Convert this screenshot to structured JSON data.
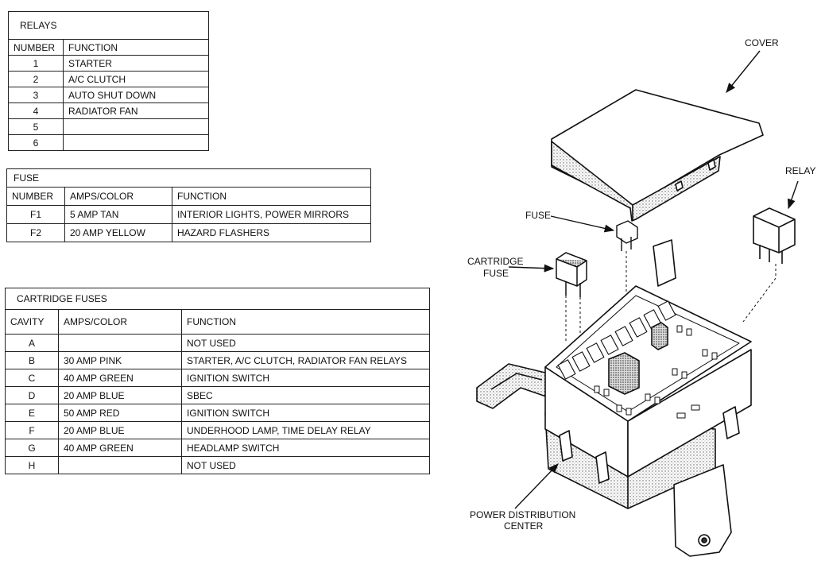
{
  "relays": {
    "title": "RELAYS",
    "headers": [
      "NUMBER",
      "FUNCTION"
    ],
    "rows": [
      [
        "1",
        "STARTER"
      ],
      [
        "2",
        "A/C CLUTCH"
      ],
      [
        "3",
        "AUTO SHUT DOWN"
      ],
      [
        "4",
        "RADIATOR FAN"
      ],
      [
        "5",
        ""
      ],
      [
        "6",
        ""
      ]
    ]
  },
  "fuse": {
    "title": "FUSE",
    "headers": [
      "NUMBER",
      "AMPS/COLOR",
      "FUNCTION"
    ],
    "rows": [
      [
        "F1",
        "5 AMP TAN",
        "INTERIOR LIGHTS, POWER MIRRORS"
      ],
      [
        "F2",
        "20 AMP YELLOW",
        "HAZARD FLASHERS"
      ]
    ]
  },
  "cartridge_fuses": {
    "title": "CARTRIDGE FUSES",
    "headers": [
      "CAVITY",
      "AMPS/COLOR",
      "FUNCTION"
    ],
    "rows": [
      [
        "A",
        "",
        "NOT USED"
      ],
      [
        "B",
        "30 AMP PINK",
        "STARTER, A/C CLUTCH, RADIATOR FAN RELAYS"
      ],
      [
        "C",
        "40 AMP GREEN",
        "IGNITION SWITCH"
      ],
      [
        "D",
        "20 AMP BLUE",
        "SBEC"
      ],
      [
        "E",
        "50 AMP RED",
        "IGNITION SWITCH"
      ],
      [
        "F",
        "20 AMP BLUE",
        "UNDERHOOD LAMP, TIME DELAY RELAY"
      ],
      [
        "G",
        "40 AMP GREEN",
        "HEADLAMP SWITCH"
      ],
      [
        "H",
        "",
        "NOT USED"
      ]
    ]
  },
  "diagram": {
    "labels": {
      "cover": "COVER",
      "relay": "RELAY",
      "fuse": "FUSE",
      "cartridge_fuse_line1": "CARTRIDGE",
      "cartridge_fuse_line2": "FUSE",
      "pdc_line1": "POWER DISTRIBUTION",
      "pdc_line2": "CENTER"
    }
  }
}
